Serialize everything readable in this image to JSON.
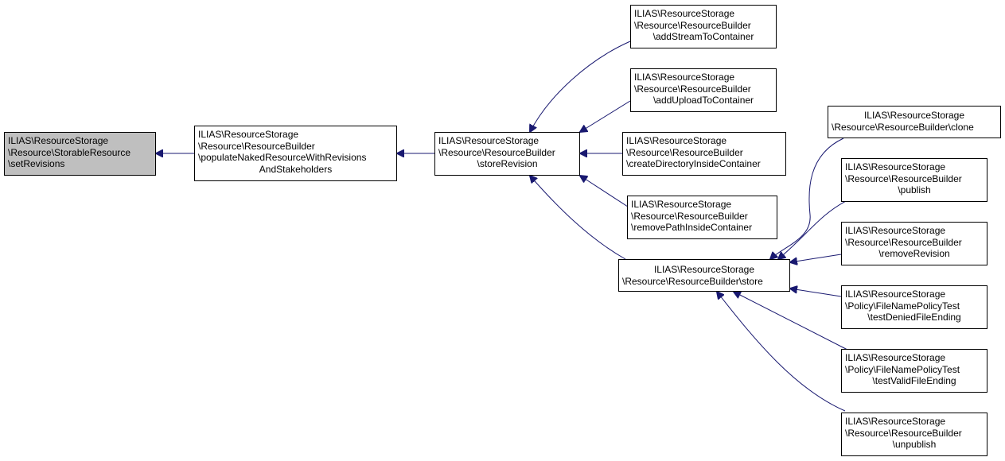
{
  "colors": {
    "edge": "#191970",
    "node_border": "#000000",
    "current_fill": "#bfbfbf",
    "node_fill": "#ffffff"
  },
  "nodes": [
    {
      "id": "setRevisions",
      "lines": [
        "ILIAS\\ResourceStorage",
        "\\Resource\\StorableResource",
        "\\setRevisions"
      ],
      "current": true
    },
    {
      "id": "populate",
      "lines": [
        "ILIAS\\ResourceStorage",
        "\\Resource\\ResourceBuilder",
        "\\populateNakedResourceWithRevisions",
        "AndStakeholders"
      ]
    },
    {
      "id": "storeRevision",
      "lines": [
        "ILIAS\\ResourceStorage",
        "\\Resource\\ResourceBuilder",
        "\\storeRevision"
      ]
    },
    {
      "id": "addStream",
      "lines": [
        "ILIAS\\ResourceStorage",
        "\\Resource\\ResourceBuilder",
        "\\addStreamToContainer"
      ]
    },
    {
      "id": "addUpload",
      "lines": [
        "ILIAS\\ResourceStorage",
        "\\Resource\\ResourceBuilder",
        "\\addUploadToContainer"
      ]
    },
    {
      "id": "createDir",
      "lines": [
        "ILIAS\\ResourceStorage",
        "\\Resource\\ResourceBuilder",
        "\\createDirectoryInsideContainer"
      ]
    },
    {
      "id": "removePath",
      "lines": [
        "ILIAS\\ResourceStorage",
        "\\Resource\\ResourceBuilder",
        "\\removePathInsideContainer"
      ]
    },
    {
      "id": "store",
      "lines": [
        "ILIAS\\ResourceStorage",
        "\\Resource\\ResourceBuilder\\store"
      ]
    },
    {
      "id": "clone",
      "lines": [
        "ILIAS\\ResourceStorage",
        "\\Resource\\ResourceBuilder\\clone"
      ]
    },
    {
      "id": "publish",
      "lines": [
        "ILIAS\\ResourceStorage",
        "\\Resource\\ResourceBuilder",
        "\\publish"
      ]
    },
    {
      "id": "removeRevision",
      "lines": [
        "ILIAS\\ResourceStorage",
        "\\Resource\\ResourceBuilder",
        "\\removeRevision"
      ]
    },
    {
      "id": "testDenied",
      "lines": [
        "ILIAS\\ResourceStorage",
        "\\Policy\\FileNamePolicyTest",
        "\\testDeniedFileEnding"
      ]
    },
    {
      "id": "testValid",
      "lines": [
        "ILIAS\\ResourceStorage",
        "\\Policy\\FileNamePolicyTest",
        "\\testValidFileEnding"
      ]
    },
    {
      "id": "unpublish",
      "lines": [
        "ILIAS\\ResourceStorage",
        "\\Resource\\ResourceBuilder",
        "\\unpublish"
      ]
    }
  ],
  "edges": [
    {
      "from": "populate",
      "to": "setRevisions"
    },
    {
      "from": "storeRevision",
      "to": "populate"
    },
    {
      "from": "addStream",
      "to": "storeRevision"
    },
    {
      "from": "addUpload",
      "to": "storeRevision"
    },
    {
      "from": "createDir",
      "to": "storeRevision"
    },
    {
      "from": "removePath",
      "to": "storeRevision"
    },
    {
      "from": "store",
      "to": "storeRevision"
    },
    {
      "from": "clone",
      "to": "store"
    },
    {
      "from": "publish",
      "to": "store"
    },
    {
      "from": "removeRevision",
      "to": "store"
    },
    {
      "from": "testDenied",
      "to": "store"
    },
    {
      "from": "testValid",
      "to": "store"
    },
    {
      "from": "unpublish",
      "to": "store"
    }
  ]
}
